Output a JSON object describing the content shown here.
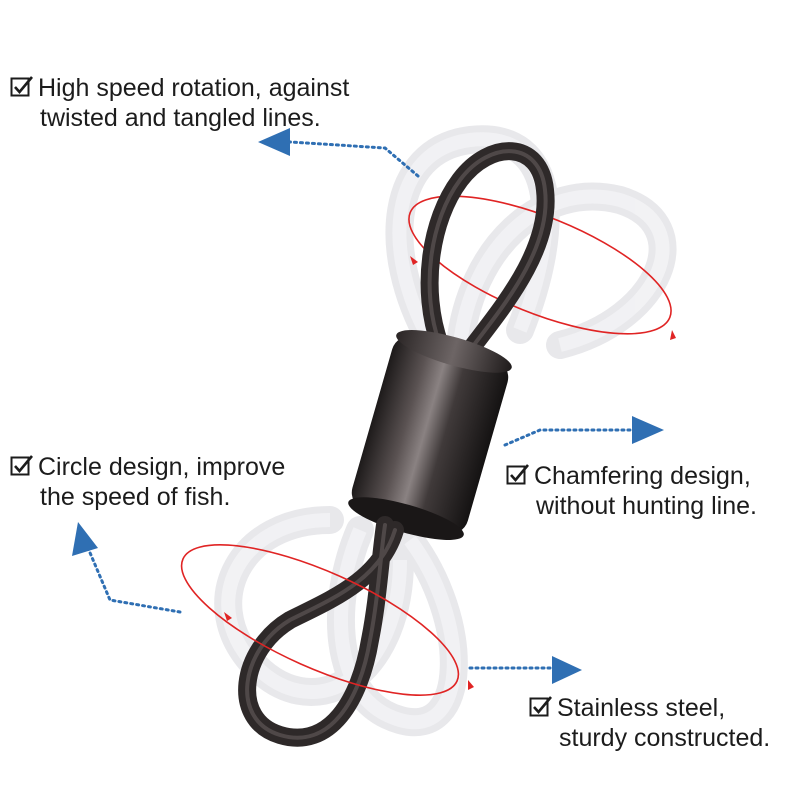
{
  "callouts": [
    {
      "line1": "High speed rotation, against",
      "line2": "twisted and tangled lines."
    },
    {
      "line1": "Circle design, improve",
      "line2": "the speed of fish."
    },
    {
      "line1": "Chamfering design,",
      "line2": "without hunting line."
    },
    {
      "line1": "Stainless steel,",
      "line2": "sturdy constructed."
    }
  ],
  "colors": {
    "swivel_metal": "#3a3434",
    "rotation_ring": "#e02424",
    "arrow": "#2f6fb3",
    "ghost": "#e8e8ea",
    "text": "#1c1c1c"
  },
  "icons": [
    "checkbox-check-icon",
    "arrow-icon",
    "rotation-ring-icon"
  ]
}
